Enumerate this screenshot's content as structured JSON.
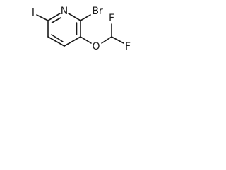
{
  "molecule": {
    "atoms": {
      "iodine": "I",
      "nitrogen": "N",
      "bromine": "Br",
      "oxygen": "O",
      "fluorine_top": "F",
      "fluorine_bottom": "F"
    }
  },
  "colors": {
    "bond": "#1a1a1a",
    "background": "#ffffff"
  }
}
